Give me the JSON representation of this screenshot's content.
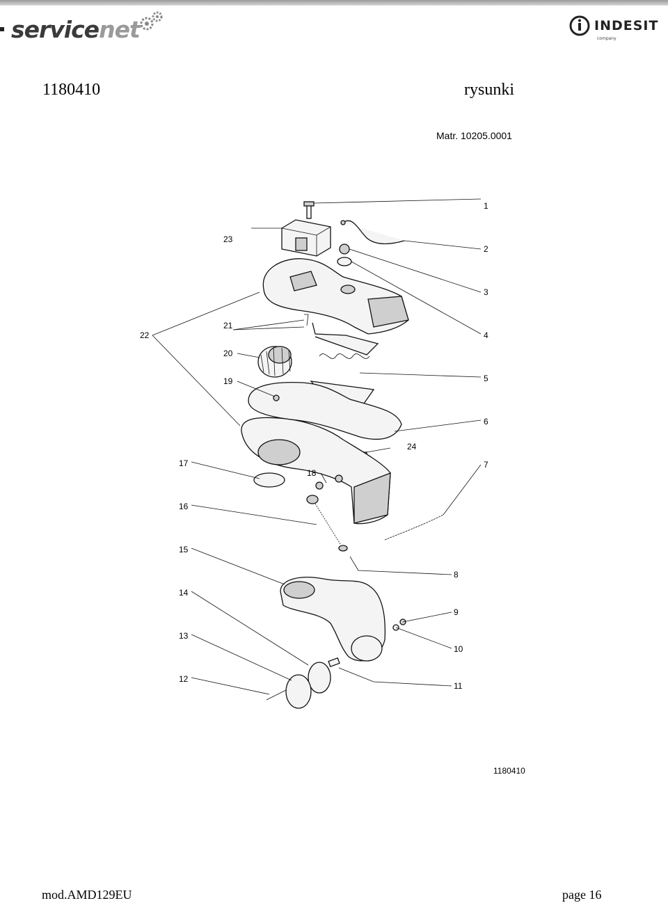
{
  "header": {
    "brand_left_a": "service",
    "brand_left_b": "net",
    "brand_right": "INDESIT",
    "brand_right_sub": "company"
  },
  "page": {
    "code": "1180410",
    "section": "rysunki"
  },
  "drawing": {
    "matr": "Matr. 10205.0001",
    "drawing_number": "1180410",
    "callouts": [
      "1",
      "2",
      "3",
      "4",
      "5",
      "6",
      "7",
      "8",
      "9",
      "10",
      "11",
      "12",
      "13",
      "14",
      "15",
      "16",
      "17",
      "18",
      "19",
      "20",
      "21",
      "22",
      "23",
      "24"
    ]
  },
  "footer": {
    "model": "mod.AMD129EU",
    "page": "page 16"
  },
  "colors": {
    "line": "#111111",
    "part_fill": "#f4f4f4",
    "shade": "#cfcfcf"
  }
}
